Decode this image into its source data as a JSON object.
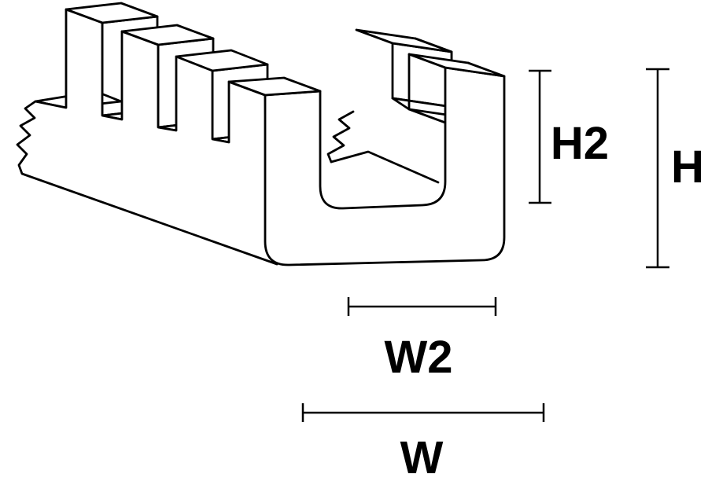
{
  "page": {
    "background": "#ffffff"
  },
  "diagram": {
    "name": "slotted-grommet-profile-drawing",
    "description": "Isometric black-and-white line drawing of a slotted U-channel grommet / edge-protection profile with break lines and dimension callouts",
    "line_color": "#000000",
    "labels": {
      "h2": "H2",
      "h": "H",
      "w2": "W2",
      "w": "W"
    }
  }
}
